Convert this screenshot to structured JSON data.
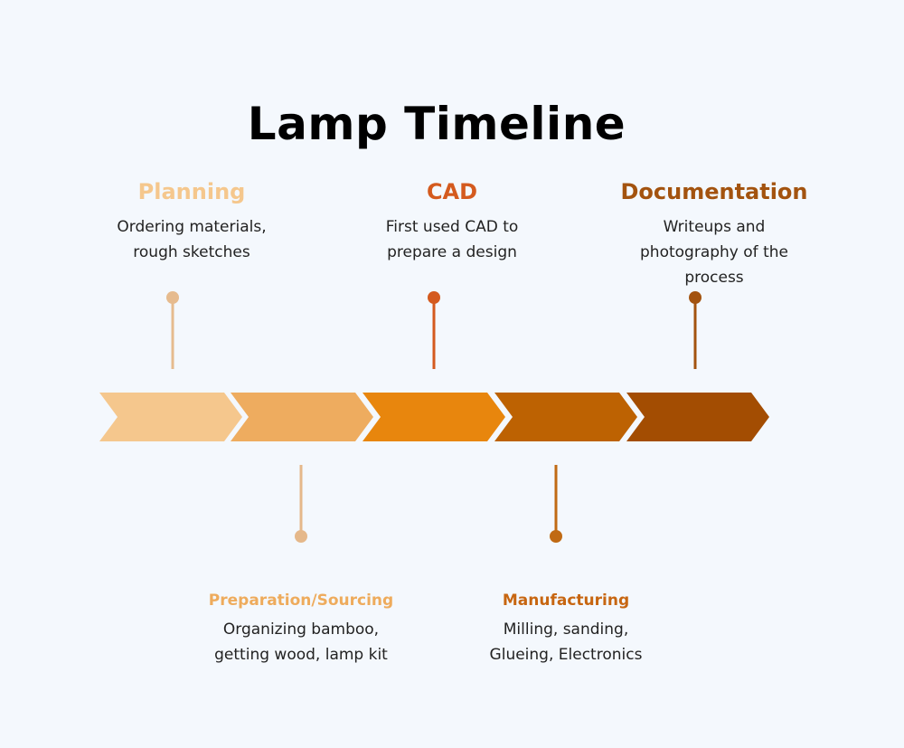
{
  "title": "Lamp Timeline",
  "milestones": [
    {
      "name": "Planning",
      "description": "Ordering materials, rough sketches",
      "color": "#f5c78d",
      "marker": "#e6bb8e",
      "position": "top"
    },
    {
      "name": "Preparation/Sourcing",
      "description": "Organizing bamboo, getting wood, lamp kit",
      "color": "#eeab5c",
      "marker": "#e5b88a",
      "position": "bottom"
    },
    {
      "name": "CAD",
      "description": "First used CAD to prepare a design",
      "color": "#d45a1e",
      "marker": "#d45a1e",
      "position": "top"
    },
    {
      "name": "Manufacturing",
      "description": "Milling, sanding, Glueing, Electronics",
      "color": "#c76611",
      "marker": "#c06a14",
      "position": "bottom"
    },
    {
      "name": "Documentation",
      "description": "Writeups and photography of the process",
      "color": "#a3530f",
      "marker": "#a3530f",
      "position": "top"
    }
  ],
  "arrow_colors": [
    "#f5c78d",
    "#eeac5f",
    "#e8860d",
    "#bd6202",
    "#a34d02"
  ]
}
